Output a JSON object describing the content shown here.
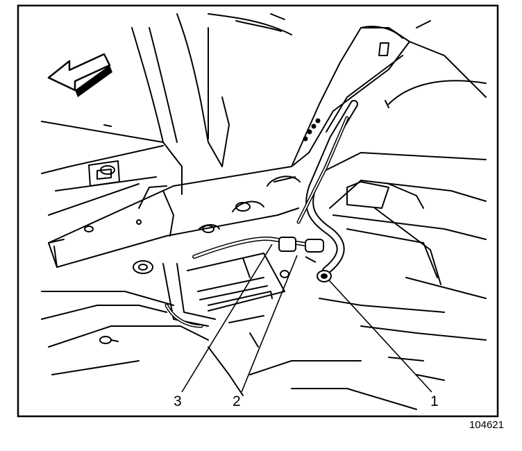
{
  "figure": {
    "id_label": "104621",
    "callouts": [
      {
        "label": "1"
      },
      {
        "label": "2"
      },
      {
        "label": "3"
      }
    ]
  },
  "colors": {
    "ink": "#000000",
    "paper": "#ffffff"
  },
  "icons": [
    "front-direction-arrow-icon"
  ]
}
